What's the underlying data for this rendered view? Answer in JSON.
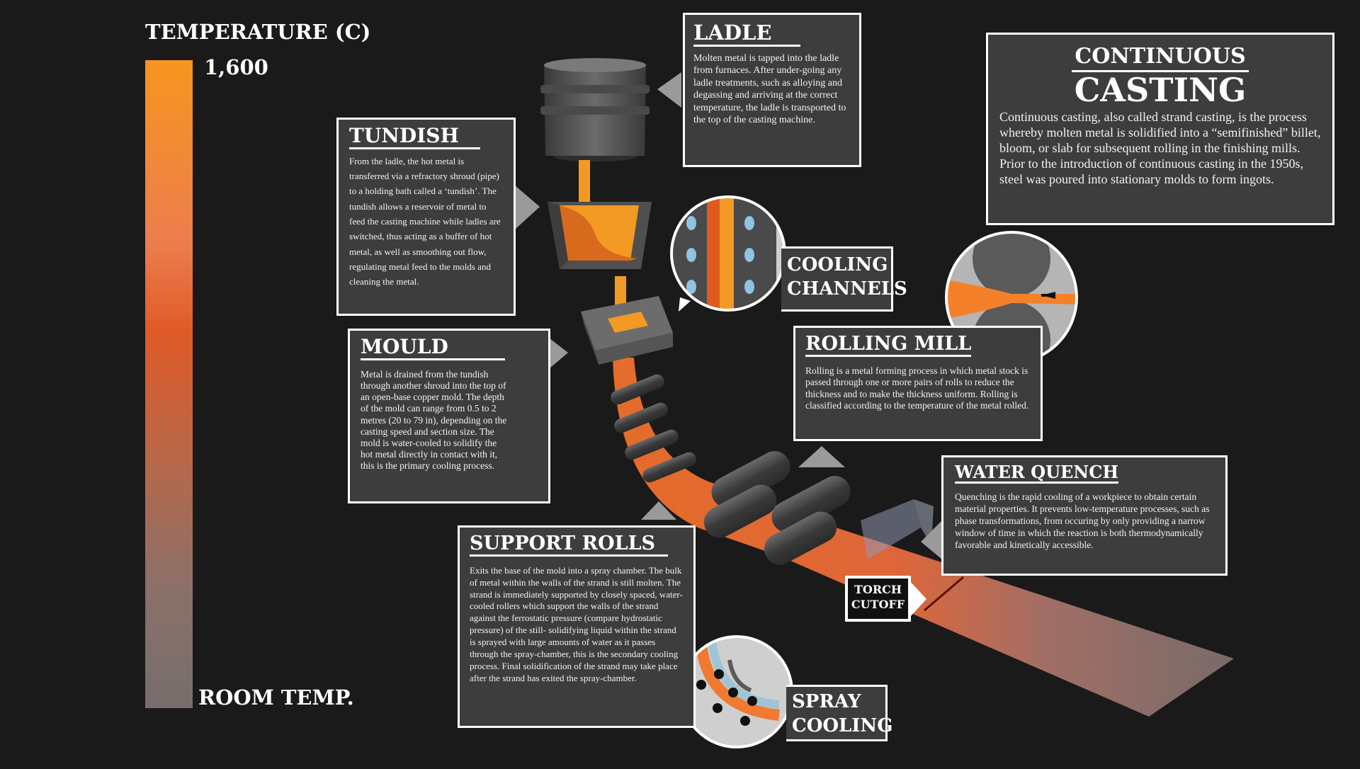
{
  "temperature_scale": {
    "title": "TEMPERATURE (C)",
    "max_label": "1,600",
    "min_label": "ROOM TEMP.",
    "gradient_colors": [
      "#f7951f",
      "#e05a28",
      "#776e6c"
    ]
  },
  "colors": {
    "background": "#1b1a1a",
    "panel": "#3e3d3d",
    "molten_metal": "#f7951f",
    "steel_gray": "#5a5a5a"
  },
  "continuous_casting": {
    "title_line1": "CONTINUOUS",
    "title_line2": "CASTING",
    "description": "Continuous casting, also called strand casting, is the process whereby molten metal is solidified into a “semifinished” billet, bloom, or slab for subsequent rolling in the finishing mills. Prior to the introduction of continuous casting in the 1950s, steel was poured into stationary molds to form ingots."
  },
  "ladle": {
    "title": "LADLE",
    "description": "Molten metal is tapped into the ladle from furnaces. After under-going any ladle treatments, such as alloying and degassing and arriving at the correct temperature, the ladle is transported to the top of the casting machine."
  },
  "tundish": {
    "title": "TUNDISH",
    "description": "From the ladle, the hot metal is transferred via a refractory shroud (pipe) to a holding bath called a ‘tundish’. The tundish allows a reservoir of metal to feed the casting machine while ladles are switched, thus acting as a buffer of hot metal, as well as smoothing out flow, regulating metal feed to the molds and cleaning the metal."
  },
  "mould": {
    "title": "MOULD",
    "description": "Metal is drained from the tundish through another shroud into the top of an open-base copper mold. The depth of the mold can range from 0.5 to 2 metres (20 to 79 in), depending on the casting speed and section size. The mold is water-cooled to solidify the hot metal directly in contact with it, this is the primary cooling process."
  },
  "cooling_channels": {
    "line1": "COOLING",
    "line2": "CHANNELS"
  },
  "rolling_mill": {
    "title": "ROLLING MILL",
    "description": "Rolling is a metal forming process  in which metal stock is passed through one or more pairs of rolls to reduce the thickness and to make the thickness uniform. Rolling is classified according to the temperature of the metal rolled."
  },
  "support_rolls": {
    "title": "SUPPORT ROLLS",
    "description": "Exits the base of the mold into a spray chamber. The bulk of metal within the walls of the strand is still molten. The strand is immediately supported by closely spaced, water-cooled rollers which support the walls of the strand against the ferrostatic pressure (compare hydrostatic pressure) of the still- solidifying liquid within the strand is sprayed with large amounts of water as it passes through the spray-chamber, this is the secondary cooling process. Final solidification of the strand may take place after the strand has exited the spray-chamber."
  },
  "water_quench": {
    "title": "WATER QUENCH",
    "description": "Quenching is the rapid cooling of a workpiece to obtain certain material properties. It prevents low-temperature processes, such as phase transformations, from occuring by only providing a narrow window of time in which the reaction is both thermodynamically favorable and kinetically accessible."
  },
  "torch_cutoff": {
    "line1": "TORCH",
    "line2": "CUTOFF"
  },
  "spray_cooling": {
    "line1": "SPRAY",
    "line2": "COOLING"
  }
}
